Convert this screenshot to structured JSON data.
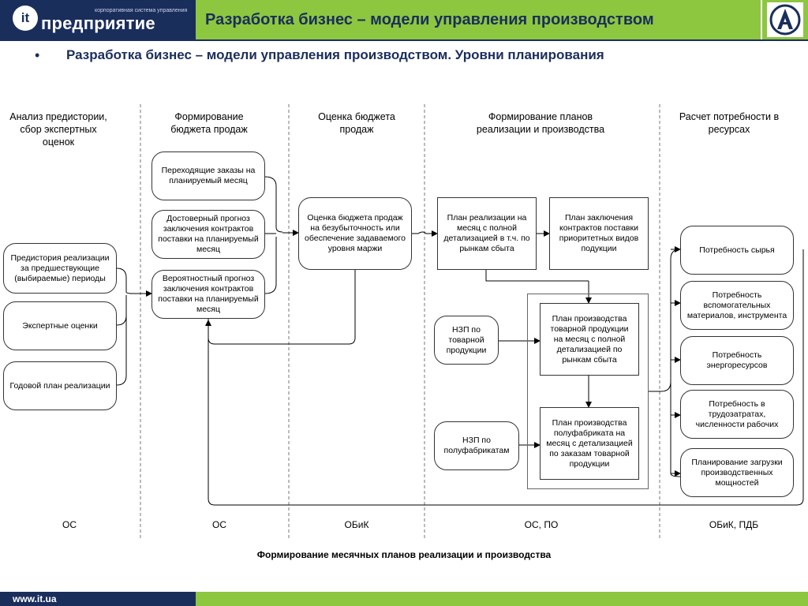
{
  "header": {
    "logo_tagline": "корпоративная система управления",
    "logo_word": "предприятие",
    "logo_mark": "it",
    "title": "Разработка бизнес – модели управления производством",
    "corner_icon": "compass-pen-icon"
  },
  "subtitle": "Разработка бизнес – модели управления производством. Уровни планирования",
  "bullet": "•",
  "columns": {
    "col1": "Анализ предистории, сбор экспертных оценок",
    "col2": "Формирование бюджета продаж",
    "col3": "Оценка бюджета продаж",
    "col4": "Формирование планов реализации и производства",
    "col5": "Расчет потребности в ресурсах"
  },
  "boxes": {
    "history": "Предистория реализации за предшествующие (выбираемые) периоды",
    "expert": "Экспертные оценки",
    "annual": "Годовой план реализации",
    "transit_orders": "Переходящие заказы на планируемый месяц",
    "reliable": "Достоверный прогноз заключения контрактов поставки на планируемый месяц",
    "probable": "Вероятностный прогноз заключения контрактов поставки на планируемый месяц",
    "budget_eval": "Оценка бюджета продаж на безубыточность или обеспечение задаваемого уровня маржи",
    "sales_plan": "План реализации на месяц с полной детализацией в т.ч. по рынкам сбыта",
    "contract_plan": "План заключения контрактов поставки приоритетных видов подукции",
    "nzp_goods": "НЗП по товарной продукции",
    "nzp_semi": "НЗП по полуфабрикатам",
    "prod_goods": "План производства товарной продукции на месяц с полной детализацией по рынкам сбыта",
    "prod_semi": "План производства полуфабриката на месяц с детализацией по заказам товарной продукции",
    "res_raw": "Потребность сырья",
    "res_aux": "Потребность вспомогательных материалов, инструмента",
    "res_energy": "Потребность энергоресурсов",
    "res_labor": "Потребность в трудозатратах, численности рабочих",
    "res_capacity": "Планирование загрузки производственных мощностей"
  },
  "footers": {
    "f1": "ОС",
    "f2": "ОС",
    "f3": "ОБиК",
    "f4": "ОС, ПО",
    "f5": "ОБиК, ПДБ"
  },
  "caption": "Формирование месячных планов реализации и производства",
  "footer": {
    "url": "www.it.ua"
  },
  "colors": {
    "navy": "#1a2e5c",
    "green": "#8dc63f"
  }
}
